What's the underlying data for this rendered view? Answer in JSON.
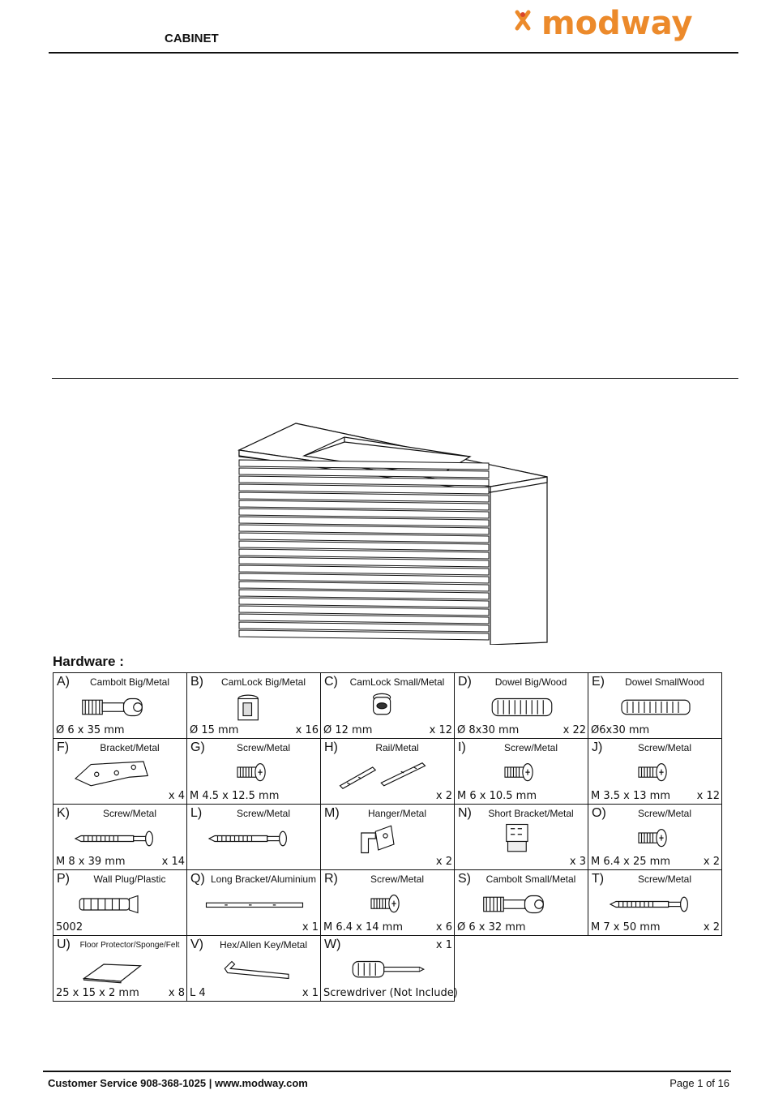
{
  "header": {
    "title": "CABINET",
    "brand": "modway",
    "brand_color": "#ec8a2b"
  },
  "hardware": {
    "title": "Hardware :",
    "items": [
      {
        "letter": "A)",
        "name": "Cambolt Big/Metal",
        "size": "Ø 6 x 35 mm",
        "qty": "",
        "icon": "cambolt-icon"
      },
      {
        "letter": "B)",
        "name": "CamLock Big/Metal",
        "size": "Ø 15 mm",
        "qty": "x 16",
        "icon": "camlock-icon"
      },
      {
        "letter": "C)",
        "name": "CamLock Small/Metal",
        "size": "Ø 12 mm",
        "qty": "x 12",
        "icon": "camlock-small-icon"
      },
      {
        "letter": "D)",
        "name": "Dowel Big/Wood",
        "size": "Ø 8x30 mm",
        "qty": "x 22",
        "icon": "dowel-icon"
      },
      {
        "letter": "E)",
        "name": "Dowel SmallWood",
        "size": "Ø6x30 mm",
        "qty": "",
        "icon": "dowel-small-icon"
      },
      {
        "letter": "F)",
        "name": "Bracket/Metal",
        "size": "",
        "qty": "x 4",
        "icon": "bracket-icon"
      },
      {
        "letter": "G)",
        "name": "Screw/Metal",
        "size": "M 4.5 x 12.5 mm",
        "qty": "",
        "icon": "screw-icon"
      },
      {
        "letter": "H)",
        "name": "Rail/Metal",
        "size": "",
        "qty": "x 2",
        "icon": "rail-icon"
      },
      {
        "letter": "I)",
        "name": "Screw/Metal",
        "size": "M 6 x 10.5 mm",
        "qty": "",
        "icon": "screw-icon"
      },
      {
        "letter": "J)",
        "name": "Screw/Metal",
        "size": "M 3.5 x 13 mm",
        "qty": "x 12",
        "icon": "screw-icon"
      },
      {
        "letter": "K)",
        "name": "Screw/Metal",
        "size": "M 8 x 39 mm",
        "qty": "x 14",
        "icon": "long-screw-icon"
      },
      {
        "letter": "L)",
        "name": "Screw/Metal",
        "size": "",
        "qty": "",
        "icon": "long-screw-icon"
      },
      {
        "letter": "M)",
        "name": "Hanger/Metal",
        "size": "",
        "qty": "x 2",
        "icon": "hanger-icon"
      },
      {
        "letter": "N)",
        "name": "Short Bracket/Metal",
        "size": "",
        "qty": "x 3",
        "icon": "short-bracket-icon"
      },
      {
        "letter": "O)",
        "name": "Screw/Metal",
        "size": "M 6.4 x 25 mm",
        "qty": "x 2",
        "icon": "screw-icon"
      },
      {
        "letter": "P)",
        "name": "Wall Plug/Plastic",
        "size": "5002",
        "qty": "",
        "icon": "wall-plug-icon"
      },
      {
        "letter": "Q)",
        "name": "Long Bracket/Aluminium",
        "size": "",
        "qty": "x 1",
        "icon": "long-bracket-icon"
      },
      {
        "letter": "R)",
        "name": "Screw/Metal",
        "size": "M 6.4 x 14 mm",
        "qty": "x 6",
        "icon": "screw-icon"
      },
      {
        "letter": "S)",
        "name": "Cambolt Small/Metal",
        "size": "Ø 6 x 32 mm",
        "qty": "",
        "icon": "cambolt-icon"
      },
      {
        "letter": "T)",
        "name": "Screw/Metal",
        "size": "M 7 x 50 mm",
        "qty": "x 2",
        "icon": "long-screw-icon"
      },
      {
        "letter": "U)",
        "name": "Floor Protector/Sponge/Felt",
        "size": "25 x 15 x 2 mm",
        "qty": "x 8",
        "icon": "felt-pad-icon"
      },
      {
        "letter": "V)",
        "name": "Hex/Allen Key/Metal",
        "size": "L 4",
        "qty": "x 1",
        "icon": "allen-key-icon"
      },
      {
        "letter": "W)",
        "name": "",
        "size": "Screwdriver (Not Include)",
        "qty": "x 1",
        "icon": "screwdriver-icon"
      }
    ]
  },
  "footer": {
    "left": "Customer Service 908-368-1025 | www.modway.com",
    "right": "Page 1 of 16"
  }
}
